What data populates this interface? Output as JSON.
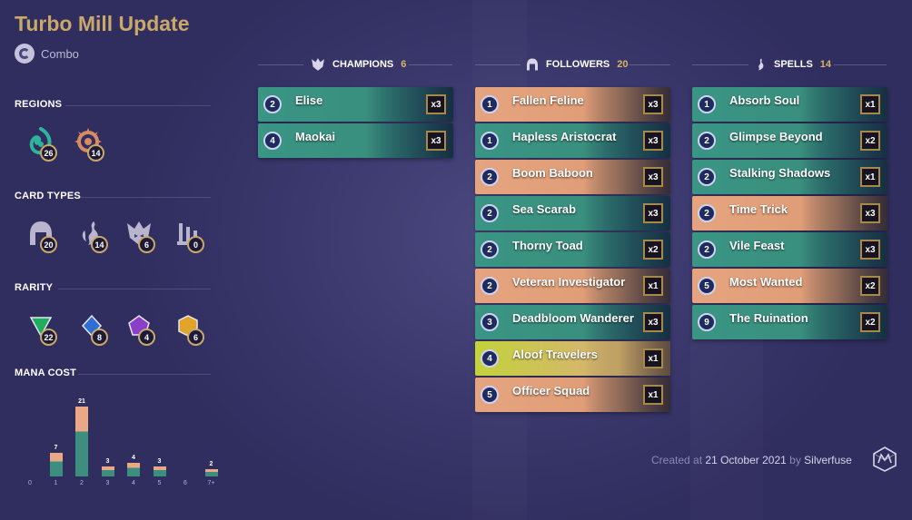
{
  "deck": {
    "title": "Turbo Mill Update",
    "archetype": "Combo"
  },
  "sidebar": {
    "regions_label": "REGIONS",
    "regions": [
      {
        "icon": "shadow-isles-icon",
        "count": "26",
        "color": "#2fb39a"
      },
      {
        "icon": "bandle-city-icon",
        "count": "14",
        "color": "#d88b63"
      }
    ],
    "card_types_label": "CARD TYPES",
    "card_types": [
      {
        "icon": "follower-helmet-icon",
        "count": "20"
      },
      {
        "icon": "spell-icon",
        "count": "14"
      },
      {
        "icon": "champion-icon",
        "count": "6"
      },
      {
        "icon": "landmark-icon",
        "count": "0"
      }
    ],
    "rarity_label": "RARITY",
    "rarity": [
      {
        "icon": "common-rarity-icon",
        "count": "22",
        "color": "#1fae5e"
      },
      {
        "icon": "rare-rarity-icon",
        "count": "8",
        "color": "#2e6fd6"
      },
      {
        "icon": "epic-rarity-icon",
        "count": "4",
        "color": "#8a3fc9"
      },
      {
        "icon": "champion-rarity-icon",
        "count": "6",
        "color": "#e3a42a"
      }
    ],
    "mana_label": "MANA COST"
  },
  "chart_data": {
    "type": "bar",
    "categories": [
      "0",
      "1",
      "2",
      "3",
      "4",
      "5",
      "6",
      "7+"
    ],
    "values": [
      0,
      7,
      21,
      3,
      4,
      3,
      0,
      2
    ],
    "ymax": 21,
    "title": "MANA COST"
  },
  "columns": {
    "champions": {
      "label": "CHAMPIONS",
      "count": "6"
    },
    "followers": {
      "label": "FOLLOWERS",
      "count": "20"
    },
    "spells": {
      "label": "SPELLS",
      "count": "14"
    }
  },
  "champions": [
    {
      "cost": "2",
      "name": "Elise",
      "qty": "x3",
      "tone": "teal"
    },
    {
      "cost": "4",
      "name": "Maokai",
      "qty": "x3",
      "tone": "teal"
    }
  ],
  "followers": [
    {
      "cost": "1",
      "name": "Fallen Feline",
      "qty": "x3",
      "tone": "peach"
    },
    {
      "cost": "1",
      "name": "Hapless Aristocrat",
      "qty": "x3",
      "tone": "teal"
    },
    {
      "cost": "2",
      "name": "Boom Baboon",
      "qty": "x3",
      "tone": "peach"
    },
    {
      "cost": "2",
      "name": "Sea Scarab",
      "qty": "x3",
      "tone": "teal"
    },
    {
      "cost": "2",
      "name": "Thorny Toad",
      "qty": "x2",
      "tone": "teal"
    },
    {
      "cost": "2",
      "name": "Veteran Investigator",
      "qty": "x1",
      "tone": "peach"
    },
    {
      "cost": "3",
      "name": "Deadbloom Wanderer",
      "qty": "x3",
      "tone": "teal"
    },
    {
      "cost": "4",
      "name": "Aloof Travelers",
      "qty": "x1",
      "tone": "lime"
    },
    {
      "cost": "5",
      "name": "Officer Squad",
      "qty": "x1",
      "tone": "peach"
    }
  ],
  "spells": [
    {
      "cost": "1",
      "name": "Absorb Soul",
      "qty": "x1",
      "tone": "teal"
    },
    {
      "cost": "2",
      "name": "Glimpse Beyond",
      "qty": "x2",
      "tone": "teal"
    },
    {
      "cost": "2",
      "name": "Stalking Shadows",
      "qty": "x1",
      "tone": "teal"
    },
    {
      "cost": "2",
      "name": "Time Trick",
      "qty": "x3",
      "tone": "peach"
    },
    {
      "cost": "2",
      "name": "Vile Feast",
      "qty": "x3",
      "tone": "teal"
    },
    {
      "cost": "5",
      "name": "Most Wanted",
      "qty": "x2",
      "tone": "peach"
    },
    {
      "cost": "9",
      "name": "The Ruination",
      "qty": "x2",
      "tone": "teal"
    }
  ],
  "footer": {
    "prefix": "Created at",
    "date": "21 October 2021",
    "by": "by",
    "author": "Silverfuse"
  },
  "colors": {
    "teal": "#3c9483",
    "peach": "#e4a27d",
    "lime": "#c6d43a",
    "gold": "#c9a86a"
  }
}
